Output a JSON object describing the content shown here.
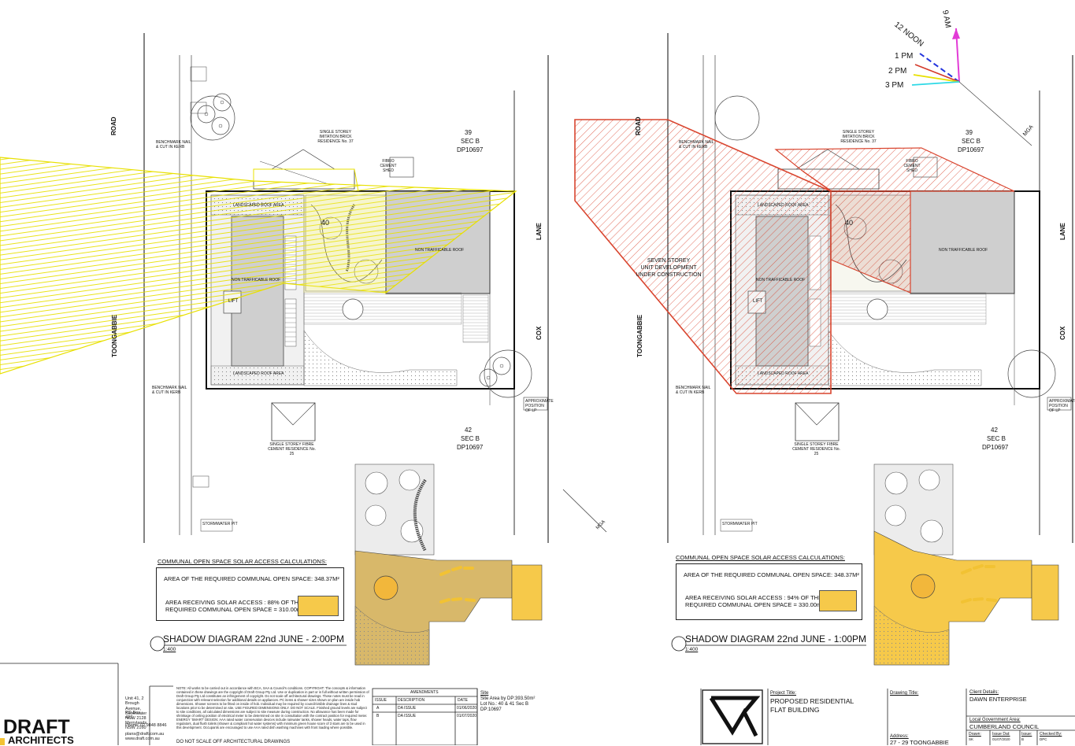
{
  "streets": {
    "road": "ROAD",
    "toongabbie": "TOONGABBIE",
    "lane": "LANE",
    "cox": "COX"
  },
  "lots": {
    "left_top": {
      "num": "39",
      "sec": "SEC B",
      "dp": "DP10697"
    },
    "right_top": {
      "num": "39",
      "sec": "SEC B",
      "dp": "DP10697"
    },
    "left_bottom": {
      "num": "42",
      "sec": "SEC B",
      "dp": "DP10697"
    },
    "right_bottom": {
      "num": "42",
      "sec": "SEC B",
      "dp": "DP10697"
    },
    "site_lot": "40"
  },
  "labels": {
    "landscaped_roof": "LANDSCAPED ROOF AREA",
    "non_trafficable": "NON TRAFFICABLE ROOF",
    "lift": "LIFT",
    "single_storey_brick": "SINGLE STOREY IMITATION BRICK RESIDENCE No. 37",
    "fibro_shed": "FIBRO CEMENT SHED",
    "single_storey_fibro": "SINGLE STOREY FIBRE CEMENT RESIDENCE No. 25",
    "seven_storey_1": "SEVEN STOREY",
    "seven_storey_2": "UNIT DEVELOPMENT",
    "seven_storey_3": "UNDER CONSTRUCTION",
    "benchmark": "BENCHMARK NAIL & CUT IN KERB",
    "approx_position": "APPROXIMATE POSITION OF LP",
    "stormwater": "STORMWATER PIT",
    "mga": "MGA"
  },
  "sun": {
    "nine": "9 AM",
    "noon": "12 NOON",
    "one": "1 PM",
    "two": "2 PM",
    "three": "3 PM"
  },
  "left_calc": {
    "title": "COMMUNAL OPEN SPACE SOLAR ACCESS CALCULATIONS:",
    "required": "AREA OF THE REQUIRED COMMUNAL OPEN SPACE: 348.37M²",
    "receiving_1": "AREA RECEIVING SOLAR ACCESS : 88% OF THE",
    "receiving_2": "REQUIRED COMMUNAL OPEN SPACE = 310.00m²"
  },
  "right_calc": {
    "title": "COMMUNAL OPEN SPACE SOLAR ACCESS CALCULATIONS:",
    "required": "AREA OF THE REQUIRED COMMUNAL OPEN SPACE: 348.37M²",
    "receiving_1": "AREA RECEIVING SOLAR ACCESS : 94% OF THE",
    "receiving_2": "REQUIRED COMMUNAL OPEN SPACE = 330.00m²"
  },
  "left_diagram": {
    "title": "SHADOW DIAGRAM 22nd JUNE - 2:00PM",
    "scale": "1:400"
  },
  "right_diagram": {
    "title": "SHADOW DIAGRAM 22nd JUNE - 1:00PM",
    "scale": "1:400"
  },
  "title_block": {
    "address_office": "Unit 41, 2 Brough Avenue, Silverwater NSW 2128",
    "po_box": "PO Box 427, Merrylands NSW 2160",
    "phone": "Phone: 02 9848 8846",
    "email": "plans@draft.com.au",
    "web": "www.draft.com.au",
    "notes": "NOTE: All works to be carried out in accordance with BCA, SAA & Council's conditions. COPYRIGHT: The concepts & information contained in these drawings are the copyright of Draft Group Pty Ltd. Use or duplication in part or in full without written permission of Draft Group Pty Ltd constitutes an infringement of copyright. Do not scale off architectural drawings. These notes must be read in conjunction with relevant selection for additional details on appliances. PC items & shower sizes shown on plan are inside hob dimensions. Shower screens to be fitted on inside of hob. Individual may be required by council/visible drainage lines & stud locations prior to be determined on site. USE FIGURED DIMENSIONS ONLY. DO NOT SCALE. Finished ground levels are subject to site conditions, all calculated dimensions are subject to site measure during construction. No allowance has been made for shrinkage of ceiling position of electrical meter to be determined on site in consultation with the contract position for required meter. ENERGY 'SMART' DESIGN: AAA rated water conservation devices include rainwater tanks, shower heads, water taps, flow regulators, dual flush toilets (shower & compliant hot water systems) with minimum green house score of 3 stars are to be used in this development. Occupants are encouraged to use AAA rated dish washing machines with front loading where possible.",
    "noscale": "DO NOT SCALE OFF ARCHITECTURAL DRAWINGS",
    "amendments_title": "AMENDMENTS",
    "amend_cols": [
      "ISSUE",
      "DESCRIPTION",
      "DATE"
    ],
    "amend_rows": [
      [
        "A",
        "DA ISSUE",
        "01/06/2020"
      ],
      [
        "B",
        "DA ISSUE",
        "01/07/2020"
      ]
    ],
    "site_head": "Site",
    "site_area": "Site Area by DP:393.50m²",
    "site_lot": "Lot No.: 40 & 41 Sec B",
    "site_dp": "DP:10697",
    "project_head": "Project Title:",
    "project_1": "PROPOSED RESIDENTIAL",
    "project_2": "FLAT BUILDING",
    "drawing_head": "Drawing Title:",
    "address_head": "Address:",
    "address_val": "27 - 29 TOONGABBIE",
    "client_head": "Client Details:",
    "client_val": "DAWN ENTERPRISE",
    "lga_head": "Local Government Area:",
    "lga_val": "CUMBERLAND COUNCIL",
    "meta_heads": [
      "Drawn:",
      "Issue Dat:",
      "Issue:",
      "Checked By:"
    ],
    "meta_vals": [
      "SK",
      "01/07/2020",
      "B",
      "DPC"
    ],
    "logo_1": "DRAFT",
    "logo_2": "ARCHITECTS"
  }
}
